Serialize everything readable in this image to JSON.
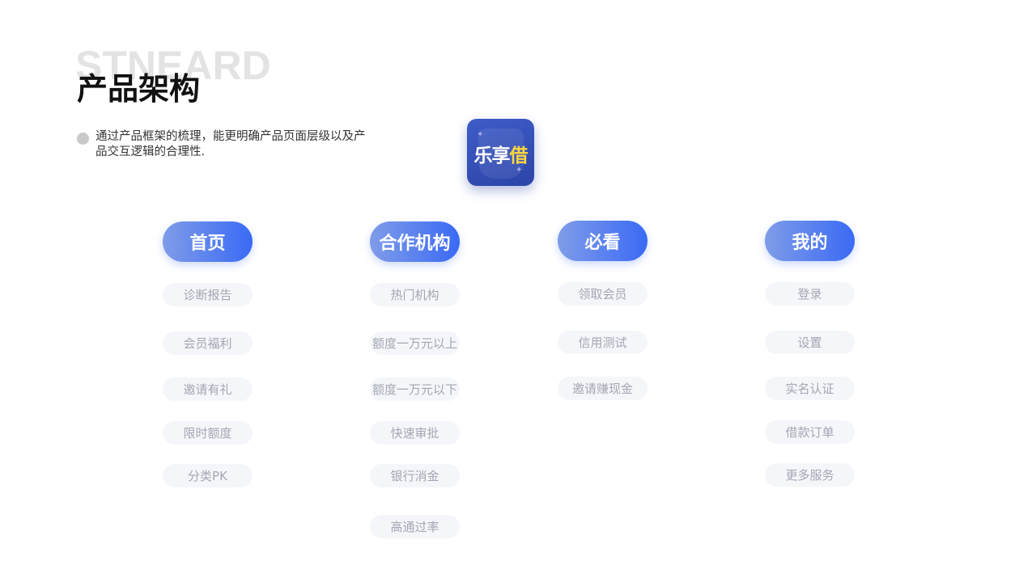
{
  "watermark": "STNEARD",
  "title": "产品架构",
  "description": "通过产品框架的梳理，能更明确产品页面层级以及产品交互逻辑的合理性.",
  "logo": {
    "text_main": "乐享",
    "text_accent": "借"
  },
  "colors": {
    "accent": "#3a6af5",
    "accent_light": "#7f9ce8",
    "item_bg": "#f5f6f9",
    "item_text": "#a3a7b4",
    "logo_bg": "#2c44a8"
  },
  "columns": [
    {
      "label": "首页",
      "items": [
        "诊断报告",
        "会员福利",
        "邀请有礼",
        "限时额度",
        "分类PK"
      ]
    },
    {
      "label": "合作机构",
      "items": [
        "热门机构",
        "额度一万元以上",
        "额度一万元以下",
        "快速审批",
        "银行消金",
        "高通过率"
      ]
    },
    {
      "label": "必看",
      "items": [
        "领取会员",
        "信用测试",
        "邀请赚现金"
      ]
    },
    {
      "label": "我的",
      "items": [
        "登录",
        "设置",
        "实名认证",
        "借款订单",
        "更多服务"
      ]
    }
  ]
}
